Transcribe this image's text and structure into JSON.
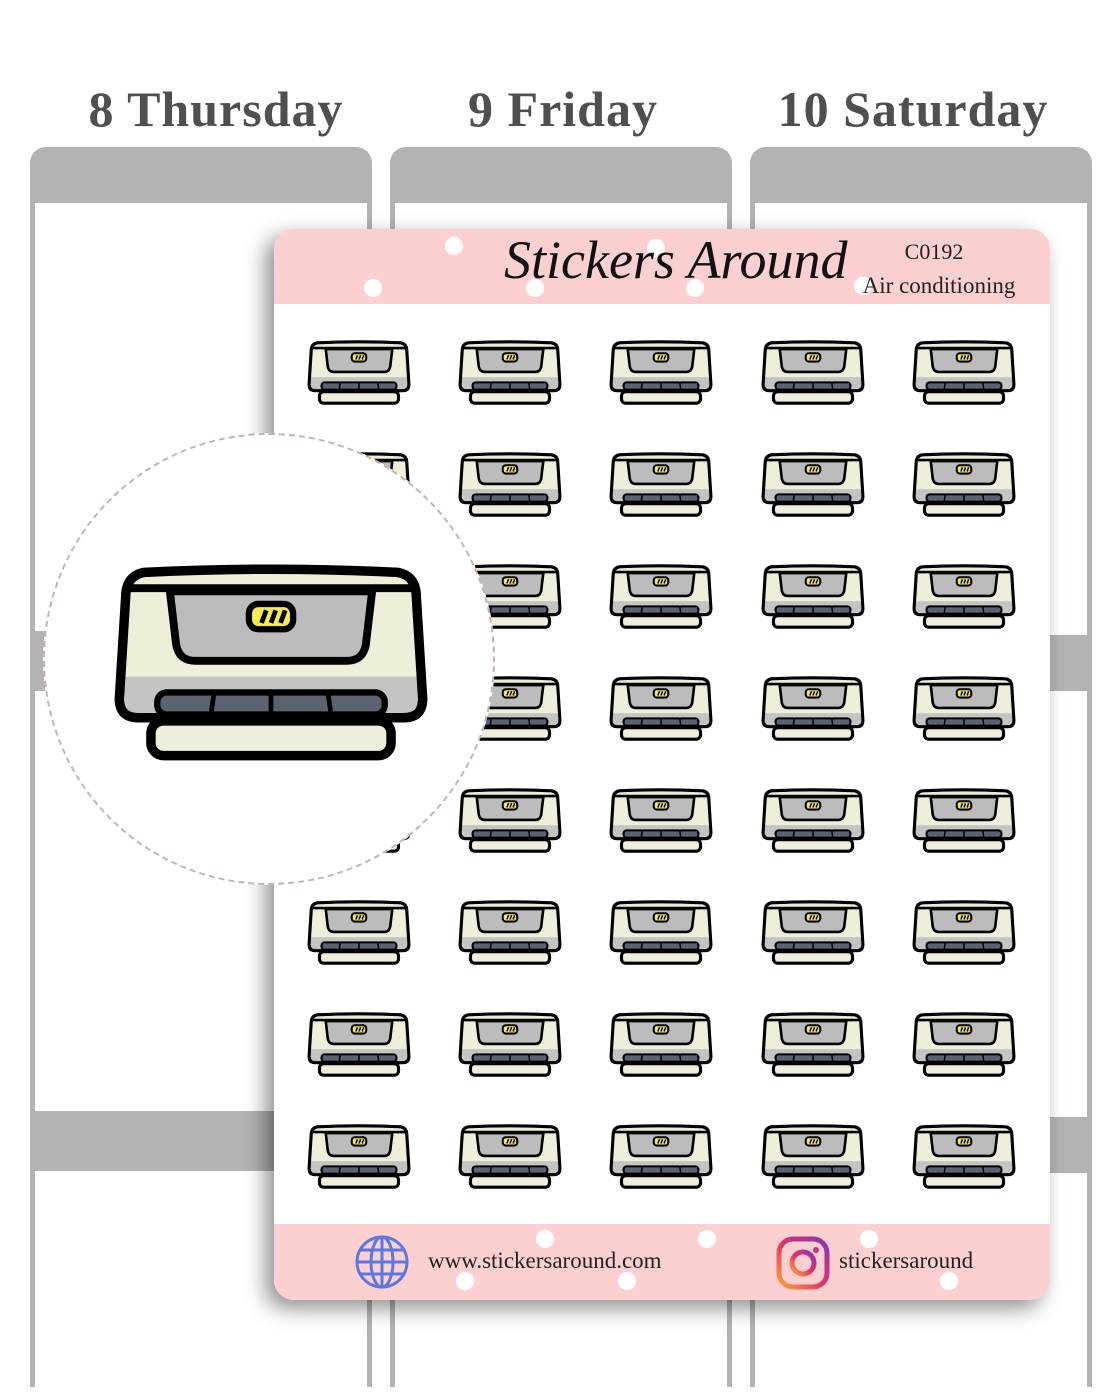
{
  "planner": {
    "days": [
      {
        "label": "8 Thursday"
      },
      {
        "label": "9 Friday"
      },
      {
        "label": "10 Saturday"
      }
    ]
  },
  "sheet": {
    "brand": "Stickers Around",
    "code": "C0192",
    "product_name": "Air conditioning",
    "sticker_icon": "air-conditioner-icon",
    "grid": {
      "rows": 8,
      "cols": 5
    },
    "footer": {
      "website": "www.stickersaround.com",
      "website_icon": "globe-icon",
      "instagram": "stickersaround",
      "instagram_icon": "instagram-icon"
    }
  },
  "colors": {
    "pink": "#fccfd0",
    "cream": "#efeed8",
    "gray_panel": "#bcbcbc",
    "yellow": "#f7ea55",
    "vent": "#5c6370"
  }
}
